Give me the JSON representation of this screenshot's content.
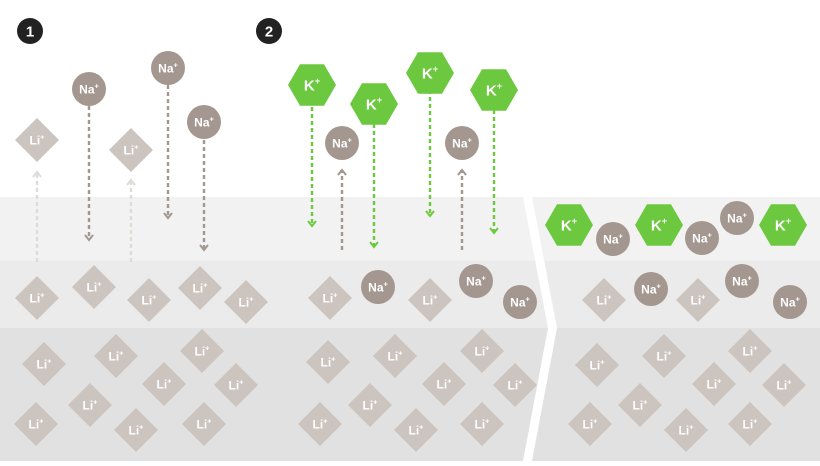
{
  "steps": [
    {
      "label": "1"
    },
    {
      "label": "2"
    }
  ],
  "ions": {
    "li": {
      "symbol": "Li",
      "charge": "+",
      "fill": "#cbc4bf"
    },
    "na": {
      "symbol": "Na",
      "charge": "+",
      "fill": "#a39790"
    },
    "k": {
      "symbol": "K",
      "charge": "+",
      "fill": "#6cc93f"
    }
  },
  "colors": {
    "band_top": "#f2f2f2",
    "band_mid": "#ebebeb",
    "band_bottom": "#e1e1e1",
    "arrow_up": "#dedbd8",
    "arrow_na": "#a39790",
    "arrow_k": "#6cc93f",
    "step_badge": "#222222"
  }
}
